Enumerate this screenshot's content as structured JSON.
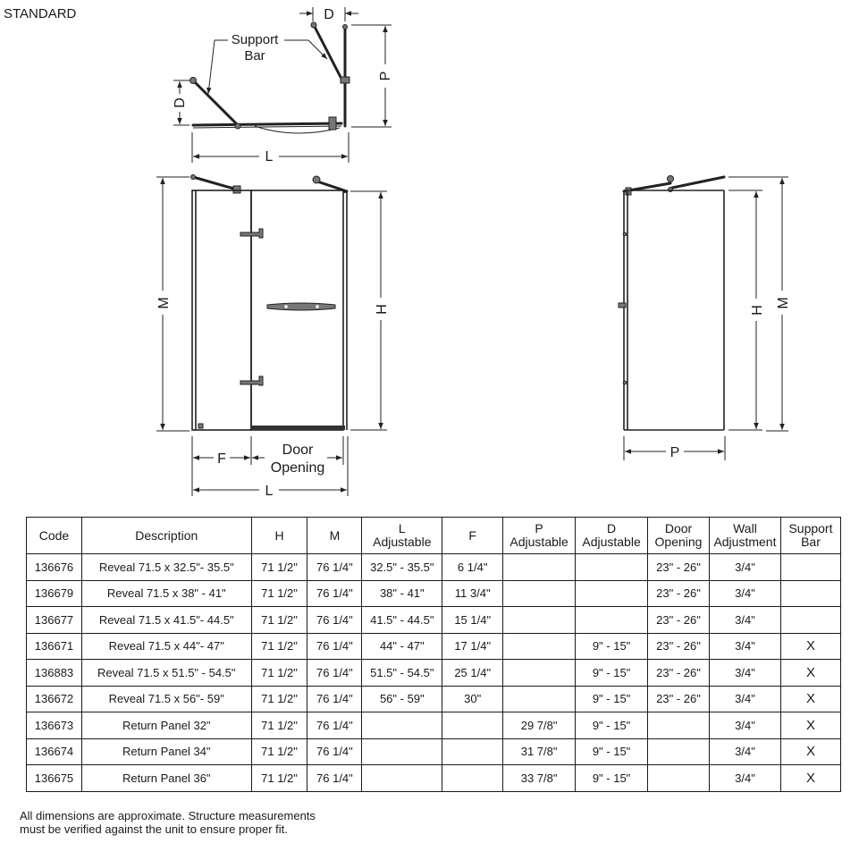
{
  "diagram": {
    "title": "STANDARD",
    "labels": {
      "D": "D",
      "P": "P",
      "L": "L",
      "M": "M",
      "H": "H",
      "F": "F",
      "support_line1": "Support",
      "support_line2": "Bar",
      "door_line1": "Door",
      "door_line2": "Opening"
    }
  },
  "table": {
    "headers": [
      [
        "Code",
        ""
      ],
      [
        "Description",
        ""
      ],
      [
        "H",
        ""
      ],
      [
        "M",
        ""
      ],
      [
        "L",
        "Adjustable"
      ],
      [
        "F",
        ""
      ],
      [
        "P",
        "Adjustable"
      ],
      [
        "D",
        "Adjustable"
      ],
      [
        "Door",
        "Opening"
      ],
      [
        "Wall",
        "Adjustment"
      ],
      [
        "Support",
        "Bar"
      ]
    ],
    "rows": [
      [
        "136676",
        "Reveal 71.5 x 32.5\"- 35.5\"",
        "71 1/2\"",
        "76 1/4\"",
        "32.5\" - 35.5\"",
        "6 1/4\"",
        "",
        "",
        "23\" - 26\"",
        "3/4\"",
        ""
      ],
      [
        "136679",
        "Reveal 71.5 x 38\" - 41\"",
        "71 1/2\"",
        "76 1/4\"",
        "38\" - 41\"",
        "11 3/4\"",
        "",
        "",
        "23\" - 26\"",
        "3/4\"",
        ""
      ],
      [
        "136677",
        "Reveal 71.5 x 41.5\"- 44.5\"",
        "71 1/2\"",
        "76 1/4\"",
        "41.5\" - 44.5\"",
        "15 1/4\"",
        "",
        "",
        "23\" - 26\"",
        "3/4\"",
        ""
      ],
      [
        "136671",
        "Reveal 71.5 x 44\"- 47\"",
        "71 1/2\"",
        "76 1/4\"",
        "44\" - 47\"",
        "17 1/4\"",
        "",
        "9\" - 15\"",
        "23\" - 26\"",
        "3/4\"",
        "X"
      ],
      [
        "136883",
        "Reveal 71.5 x 51.5\" - 54.5\"",
        "71 1/2\"",
        "76 1/4\"",
        "51.5\" - 54.5\"",
        "25 1/4\"",
        "",
        "9\" - 15\"",
        "23\" - 26\"",
        "3/4\"",
        "X"
      ],
      [
        "136672",
        "Reveal 71.5 x 56\"- 59\"",
        "71 1/2\"",
        "76 1/4\"",
        "56\" - 59\"",
        "30\"",
        "",
        "9\" - 15\"",
        "23\" - 26\"",
        "3/4\"",
        "X"
      ],
      [
        "136673",
        "Return Panel 32\"",
        "71 1/2\"",
        "76 1/4\"",
        "",
        "",
        "29 7/8\"",
        "9\" - 15\"",
        "",
        "3/4\"",
        "X"
      ],
      [
        "136674",
        "Return Panel 34\"",
        "71 1/2\"",
        "76 1/4\"",
        "",
        "",
        "31 7/8\"",
        "9\" - 15\"",
        "",
        "3/4\"",
        "X"
      ],
      [
        "136675",
        "Return Panel 36\"",
        "71 1/2\"",
        "76 1/4\"",
        "",
        "",
        "33 7/8\"",
        "9\" - 15\"",
        "",
        "3/4\"",
        "X"
      ]
    ]
  },
  "footer": {
    "line1": "All dimensions are approximate. Structure measurements",
    "line2": "must be verified against the unit to ensure proper fit."
  }
}
